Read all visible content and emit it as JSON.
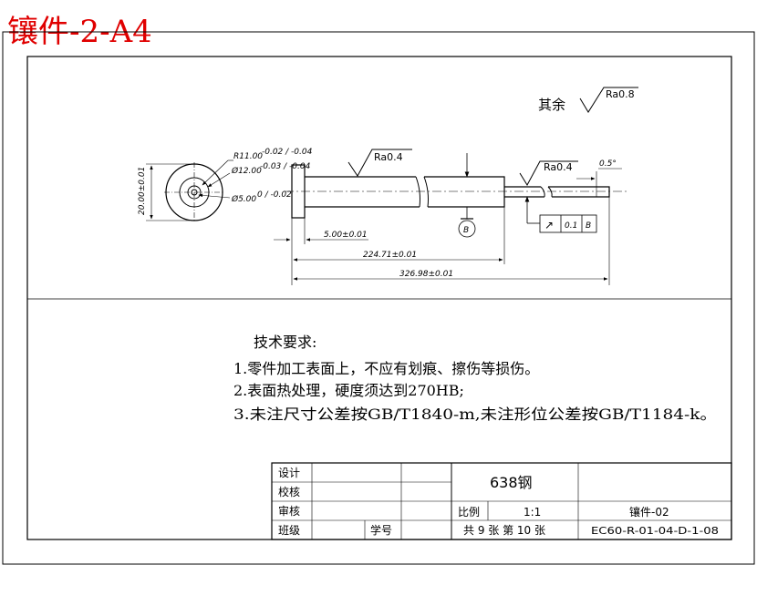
{
  "sheet_label": "镶件-2-A4",
  "other_roughness": {
    "prefix": "其余",
    "value": "Ra0.8"
  },
  "end_view": {
    "height_dim": "20.00±0.01",
    "r_dim": "R11.00",
    "r_tol": "-0.02 / -0.04",
    "d12_dim": "Ø12.00",
    "d12_tol": "-0.03 / -0.04",
    "d5_dim": "Ø5.00",
    "d5_tol": "0 / -0.02"
  },
  "side_view": {
    "roughness_1": "Ra0.4",
    "roughness_2": "Ra0.4",
    "datum": "B",
    "angle": "0.5°",
    "dim_head": "5.00±0.01",
    "dim_mid": "224.71±0.01",
    "dim_total": "326.98±0.01",
    "tolerance_frame": {
      "symbol": "↗",
      "value": "0.1",
      "datum": "B"
    }
  },
  "tech_requirements": {
    "title": "技术要求:",
    "items": [
      "1.零件加工表面上，不应有划痕、擦伤等损伤。",
      "2.表面热处理，硬度须达到270HB;",
      "3.未注尺寸公差按GB/T1840-m,未注形位公差按GB/T1184-k。"
    ]
  },
  "title_block": {
    "design": "设计",
    "check": "校核",
    "review": "审核",
    "class": "班级",
    "student_no": "学号",
    "material": "638钢",
    "scale_label": "比例",
    "scale_value": "1:1",
    "part_name": "镶件-02",
    "sheets": "共 9 张  第 10 张",
    "drawing_no": "EC60-R-01-04-D-1-08"
  }
}
